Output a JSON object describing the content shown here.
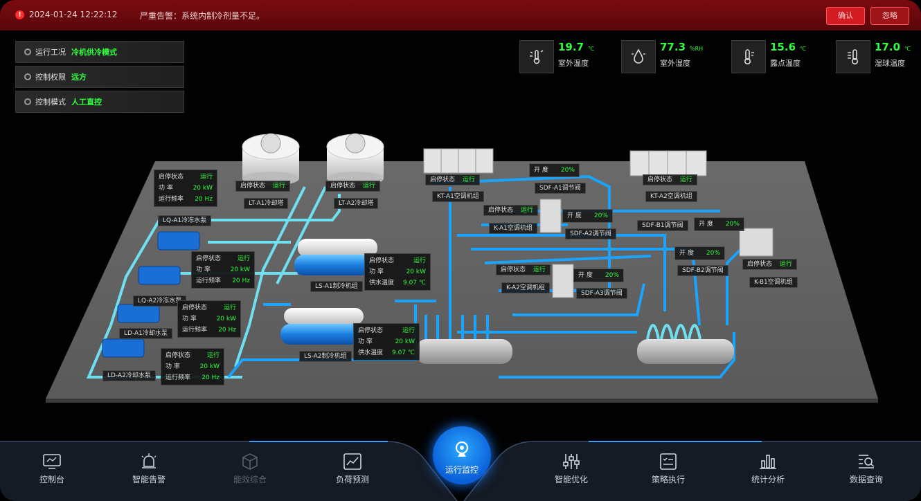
{
  "alarm": {
    "time": "2024-01-24 12:22:12",
    "message": "严重告警：系统内制冷剂量不足。",
    "confirm_label": "确认",
    "ignore_label": "忽略",
    "icon": "alert-icon",
    "icon_glyph": "!"
  },
  "status": [
    {
      "label": "运行工况",
      "value": "冷机供冷模式"
    },
    {
      "label": "控制权限",
      "value": "远方"
    },
    {
      "label": "控制模式",
      "value": "人工直控"
    }
  ],
  "env": [
    {
      "value": "19.7",
      "unit": "℃",
      "name": "室外温度",
      "icon": "thermometer-sun-icon"
    },
    {
      "value": "77.3",
      "unit": "%RH",
      "name": "室外湿度",
      "icon": "droplet-icon"
    },
    {
      "value": "15.6",
      "unit": "℃",
      "name": "露点温度",
      "icon": "thermometer-icon"
    },
    {
      "value": "17.0",
      "unit": "℃",
      "name": "湿球温度",
      "icon": "thermometer-bars-icon"
    }
  ],
  "plant": {
    "state_key": "启停状态",
    "power_key": "功 率",
    "freq_key": "运行频率",
    "supply_key": "供水温度",
    "open_key": "开 度",
    "running": "运行",
    "cooling_towers": [
      {
        "tag": "LT-A1冷却塔",
        "state": "运行"
      },
      {
        "tag": "LT-A2冷却塔",
        "state": "运行"
      }
    ],
    "pumps": [
      {
        "tag": "LQ-A1冷冻水泵",
        "state": "运行",
        "power": "20 kW",
        "freq": "20 Hz"
      },
      {
        "tag": "LQ-A2冷冻水泵",
        "state": "运行",
        "power": "20 kW",
        "freq": "20 Hz"
      },
      {
        "tag": "LD-A1冷却水泵",
        "state": "运行",
        "power": "20 kW",
        "freq": "20 Hz"
      },
      {
        "tag": "LD-A2冷却水泵",
        "state": "运行",
        "power": "20 kW",
        "freq": "20 Hz"
      }
    ],
    "chillers": [
      {
        "tag": "LS-A1制冷机组",
        "state": "运行",
        "power": "20 kW",
        "supply": "9.07 ℃"
      },
      {
        "tag": "LS-A2制冷机组",
        "state": "运行",
        "power": "20 kW",
        "supply": "9.07 ℃"
      }
    ],
    "ahus": [
      {
        "tag": "KT-A1空调机组",
        "state": "运行"
      },
      {
        "tag": "KT-A2空调机组",
        "state": "运行"
      },
      {
        "tag": "K-A1空调机组",
        "state": "运行"
      },
      {
        "tag": "K-A2空调机组",
        "state": "运行"
      },
      {
        "tag": "K-B1空调机组",
        "state": "运行"
      }
    ],
    "valves": [
      {
        "tag": "SDF-A1调节阀",
        "open": "20%"
      },
      {
        "tag": "SDF-A2调节阀",
        "open": "20%"
      },
      {
        "tag": "SDF-B1调节阀",
        "open": "20%"
      },
      {
        "tag": "SDF-B2调节阀",
        "open": "20%"
      },
      {
        "tag": "SDF-A3调节阀",
        "open": "20%"
      }
    ]
  },
  "nav": {
    "items": [
      {
        "label": "控制台",
        "icon": "monitor-icon"
      },
      {
        "label": "智能告警",
        "icon": "siren-icon"
      },
      {
        "label": "能效综合",
        "icon": "cube-icon"
      },
      {
        "label": "负荷预测",
        "icon": "chart-line-icon"
      },
      {
        "label": "智能优化",
        "icon": "sliders-icon"
      },
      {
        "label": "策略执行",
        "icon": "checklist-icon"
      },
      {
        "label": "统计分析",
        "icon": "bar-chart-icon"
      },
      {
        "label": "数据查询",
        "icon": "search-list-icon"
      }
    ],
    "center": {
      "label": "运行监控",
      "icon": "webcam-icon"
    }
  },
  "colors": {
    "accent_green": "#2dff3c",
    "alarm_red": "#7a0b10",
    "pipe_blue": "#1aa3ff",
    "pipe_cyan": "#6fe0f0",
    "nav_blue": "#1a7cff"
  }
}
